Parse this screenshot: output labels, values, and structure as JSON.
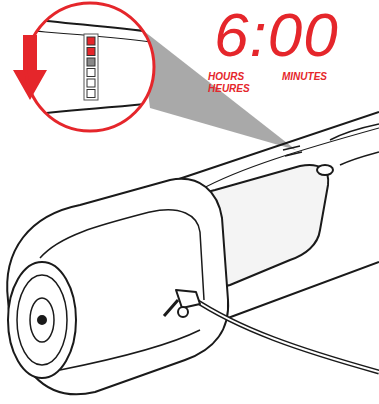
{
  "diagram": {
    "labels": [
      "6:00",
      "HOURS",
      "HEURES",
      "MINUTES"
    ]
  }
}
